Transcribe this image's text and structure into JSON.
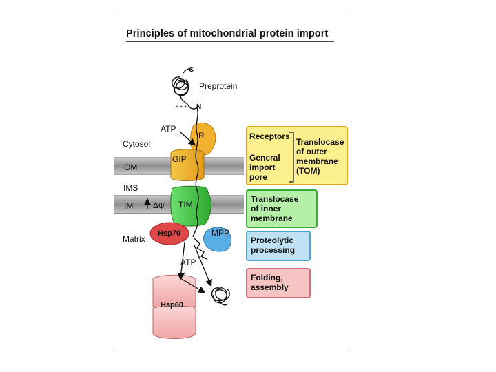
{
  "title": "Principles of mitochondrial protein import",
  "labels": {
    "c_terminus": "C",
    "n_terminus": "N",
    "preprotein": "Preprotein",
    "atp_top": "ATP",
    "cytosol": "Cytosol",
    "om": "OM",
    "ims": "IMS",
    "im": "IM",
    "delta_psi": "Δψ",
    "matrix": "Matrix",
    "atp_bottom": "ATP",
    "charges_top": "+ + +",
    "charges_bottom": "+ + +"
  },
  "complexes": {
    "receptor": "R",
    "gip": "GIP",
    "tim": "TIM",
    "hsp70": "Hsp70",
    "mpp": "MPP",
    "hsp60": "Hsp60"
  },
  "legend": {
    "receptors": "Receptors",
    "general_import_pore": "General\nimport\npore",
    "tom": "Translocase\nof outer\nmembrane\n(TOM)",
    "tim": "Translocase\nof inner\nmembrane",
    "proteolytic": "Proteolytic\nprocessing",
    "folding": "Folding,\nassembly"
  },
  "colors": {
    "membrane": "#9a9a9a",
    "yellow_box": "#fbef8e",
    "yellow_border": "#e0a820",
    "green_box": "#b6f0a8",
    "green_border": "#3aa83a",
    "blue_box": "#bfe3f5",
    "blue_border": "#4aa6d6",
    "pink_box": "#f7c4c4",
    "pink_border": "#d66a7a",
    "receptor": "#f2b230",
    "tim_green": "#3fc43f",
    "hsp70_red": "#e04848",
    "mpp_blue": "#5aaee6",
    "hsp60_pink": "#f7b9b9"
  }
}
